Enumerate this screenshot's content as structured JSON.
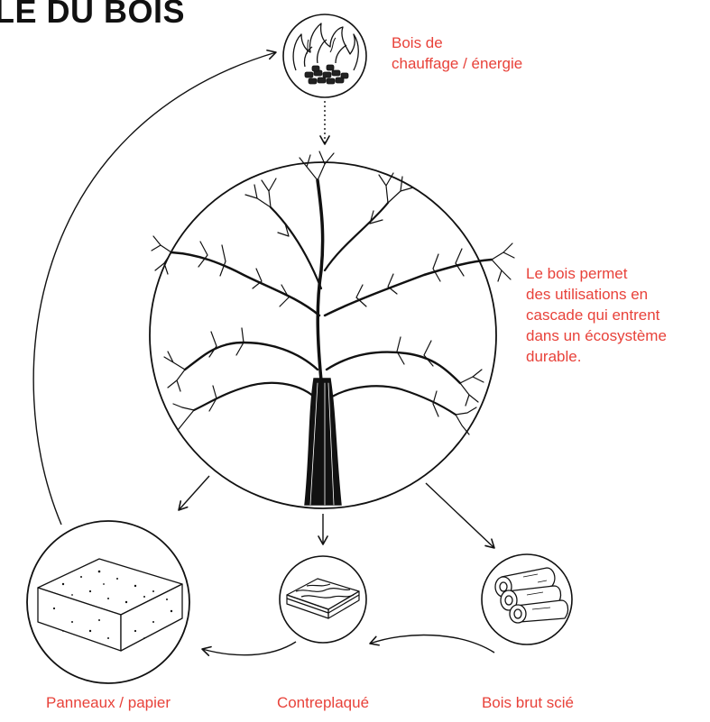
{
  "title": "LE DU BOIS",
  "colors": {
    "accent": "#e8423a",
    "ink": "#111111",
    "background": "#ffffff"
  },
  "nodes": {
    "fuel": {
      "label_line1": "Bois de",
      "label_line2": "chauffage / énergie",
      "icon": "fire-pellets-icon"
    },
    "tree": {
      "icon": "tree-icon"
    },
    "panels": {
      "label": "Panneaux / papier",
      "icon": "particle-board-icon"
    },
    "plywood": {
      "label": "Contreplaqué",
      "icon": "plywood-icon"
    },
    "sawn": {
      "label": "Bois brut scié",
      "icon": "logs-icon"
    }
  },
  "description": {
    "lines": [
      "Le bois permet",
      "des utilisations en",
      "cascade qui entrent",
      "dans un écosystème",
      "durable."
    ]
  }
}
